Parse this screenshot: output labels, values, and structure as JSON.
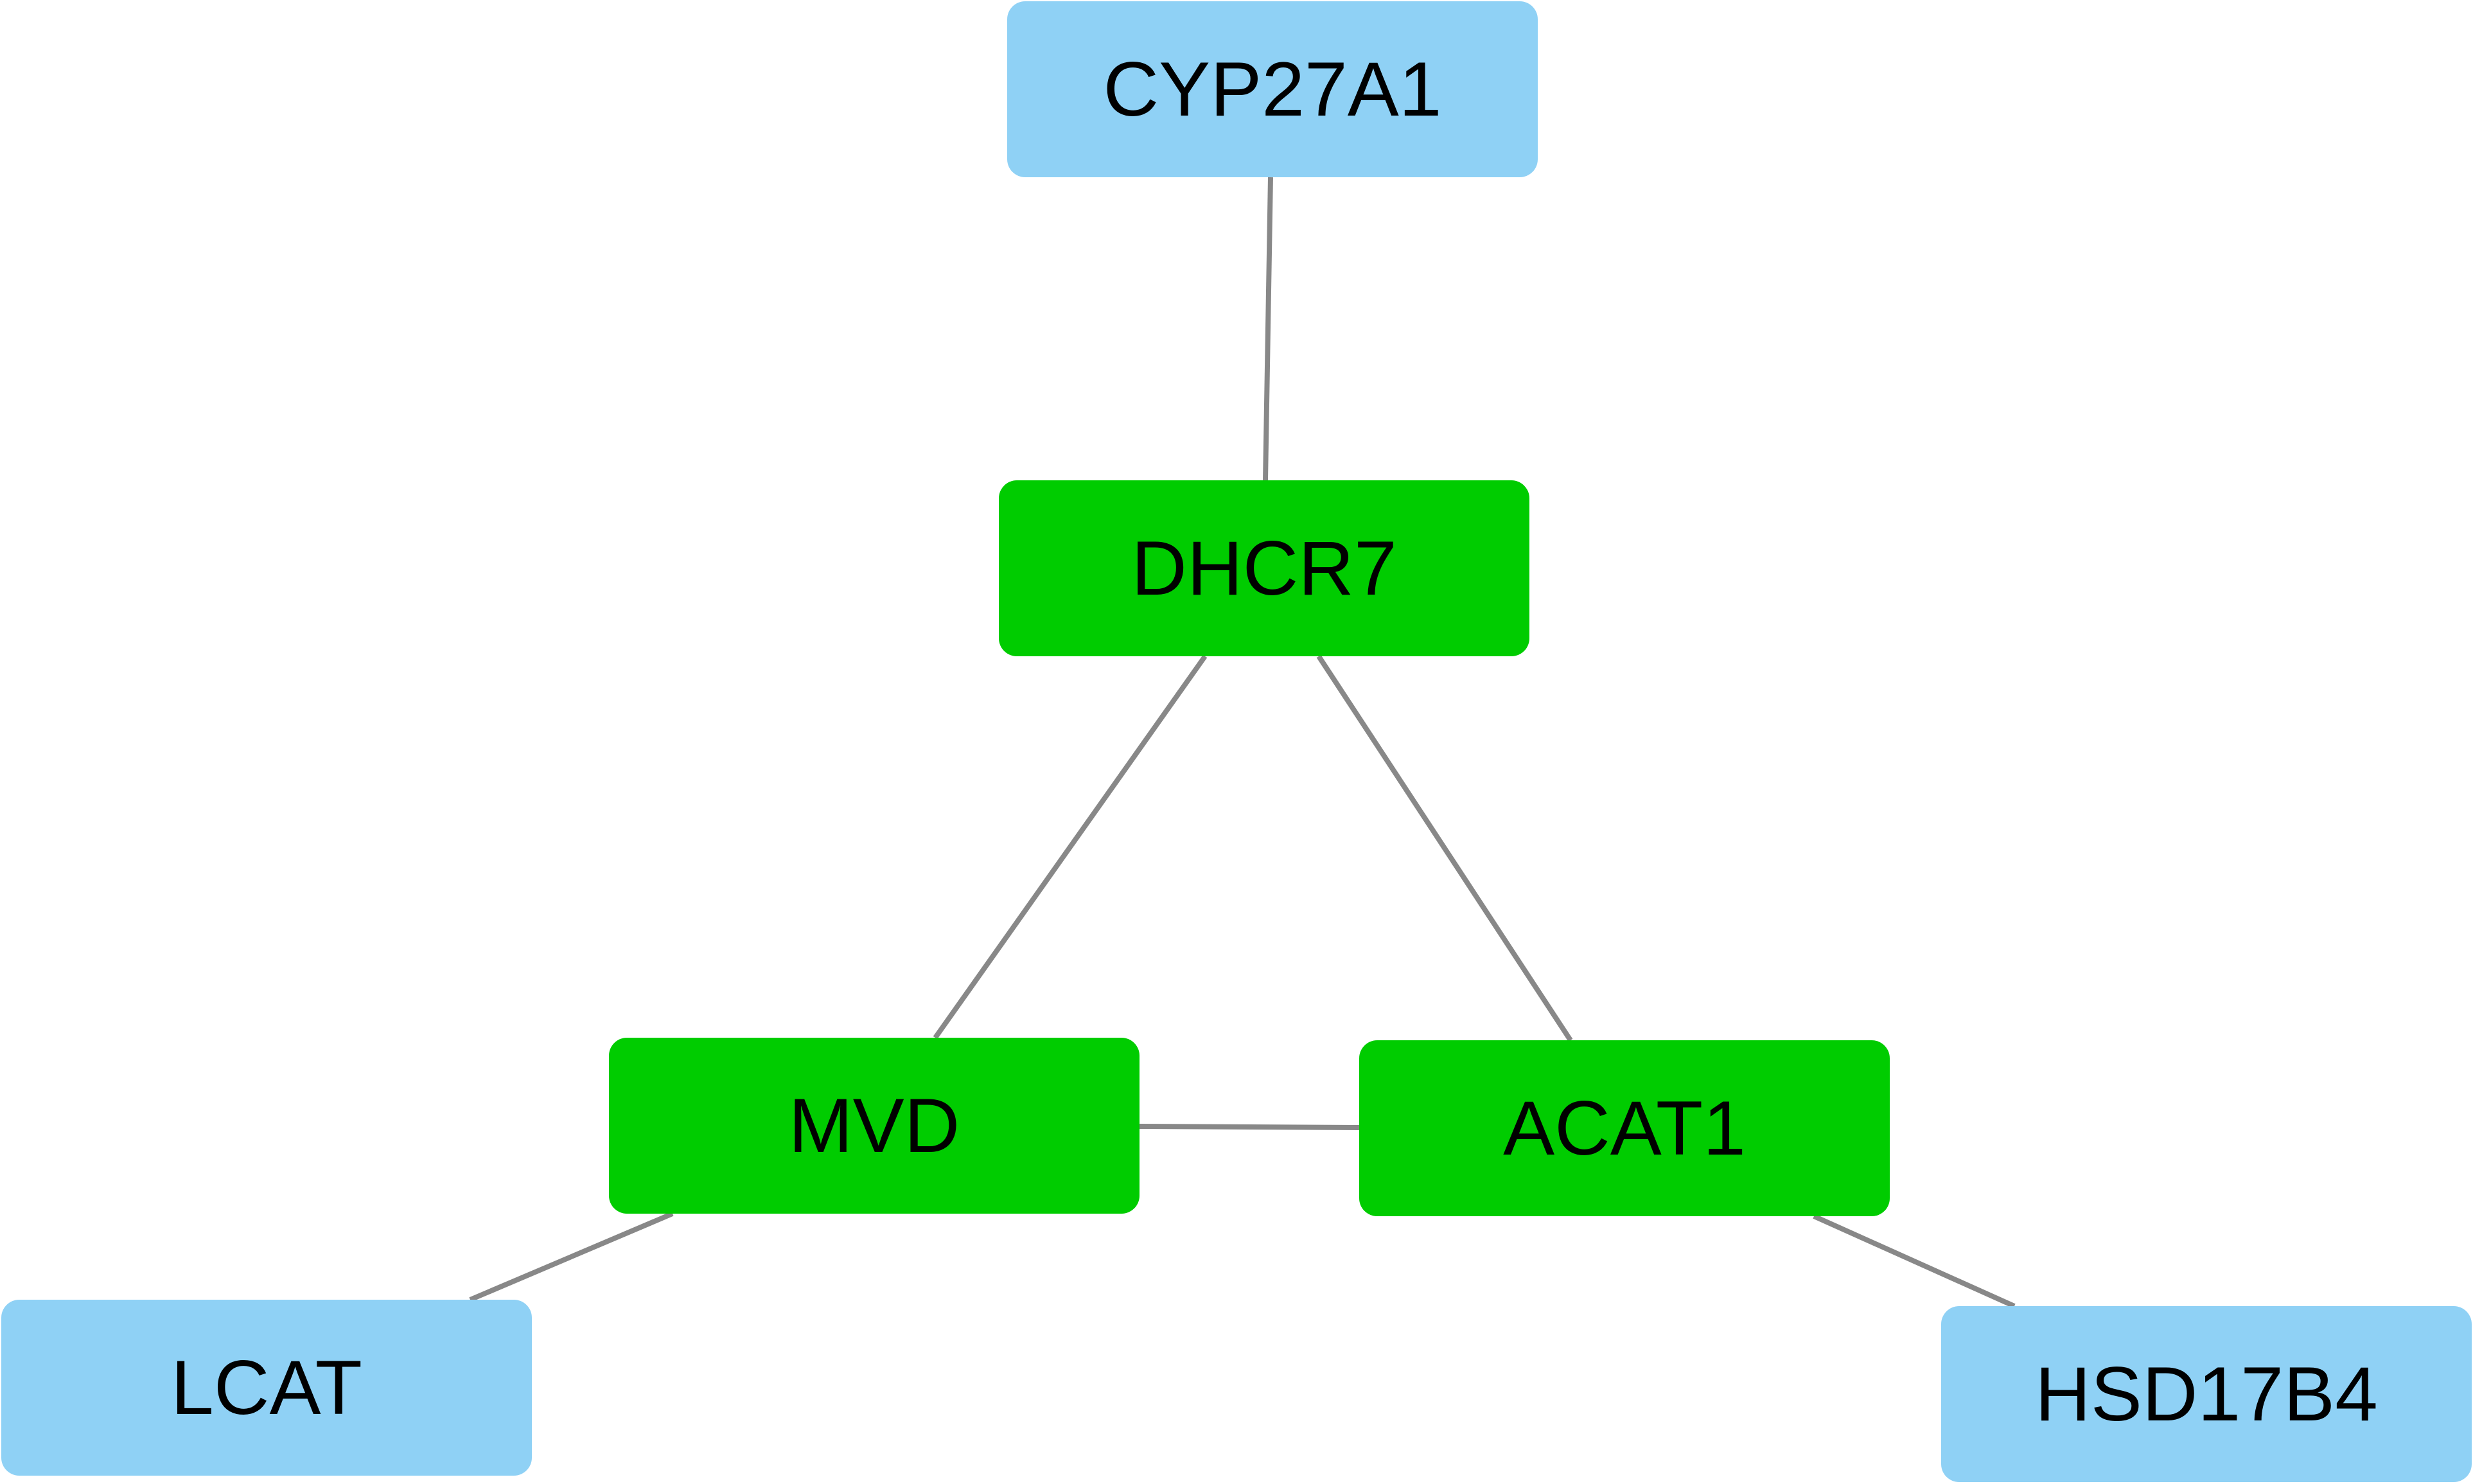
{
  "colors": {
    "hub": "#00cc00",
    "leaf": "#8fd1f5",
    "edge": "#888888",
    "label": "#000000"
  },
  "nodes": [
    {
      "id": "CYP27A1",
      "label": "CYP27A1",
      "kind": "leaf"
    },
    {
      "id": "DHCR7",
      "label": "DHCR7",
      "kind": "hub"
    },
    {
      "id": "MVD",
      "label": "MVD",
      "kind": "hub"
    },
    {
      "id": "ACAT1",
      "label": "ACAT1",
      "kind": "hub"
    },
    {
      "id": "LCAT",
      "label": "LCAT",
      "kind": "leaf"
    },
    {
      "id": "HSD17B4",
      "label": "HSD17B4",
      "kind": "leaf"
    }
  ],
  "edges": [
    {
      "from": "CYP27A1",
      "to": "DHCR7"
    },
    {
      "from": "DHCR7",
      "to": "MVD"
    },
    {
      "from": "DHCR7",
      "to": "ACAT1"
    },
    {
      "from": "MVD",
      "to": "ACAT1"
    },
    {
      "from": "MVD",
      "to": "LCAT"
    },
    {
      "from": "ACAT1",
      "to": "HSD17B4"
    }
  ]
}
